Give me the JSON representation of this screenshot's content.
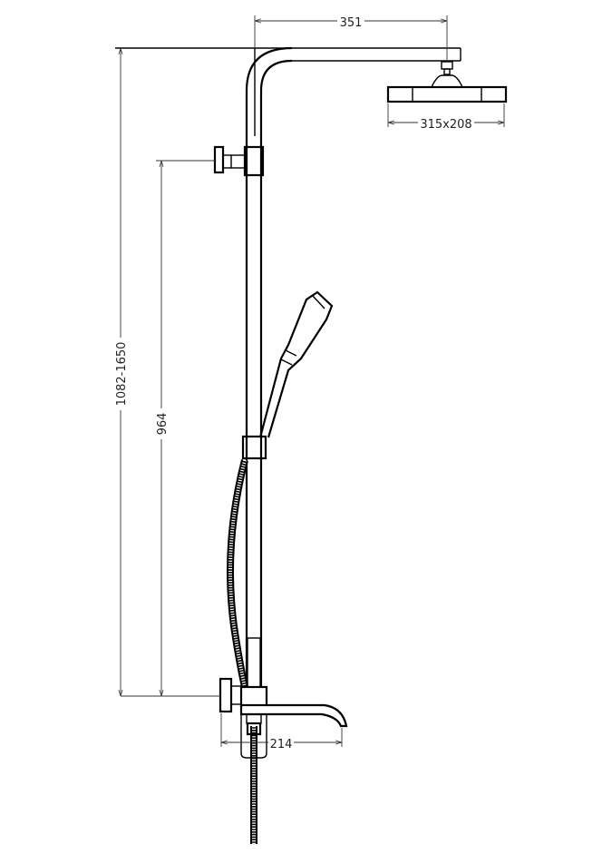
{
  "diagram": {
    "title": "Shower column technical drawing",
    "dimensions": {
      "arm_length": "351",
      "head_size": "315x208",
      "height_range": "1082-1650",
      "outlet_height": "964",
      "spout_length": "214"
    },
    "line_color": "#000000"
  }
}
